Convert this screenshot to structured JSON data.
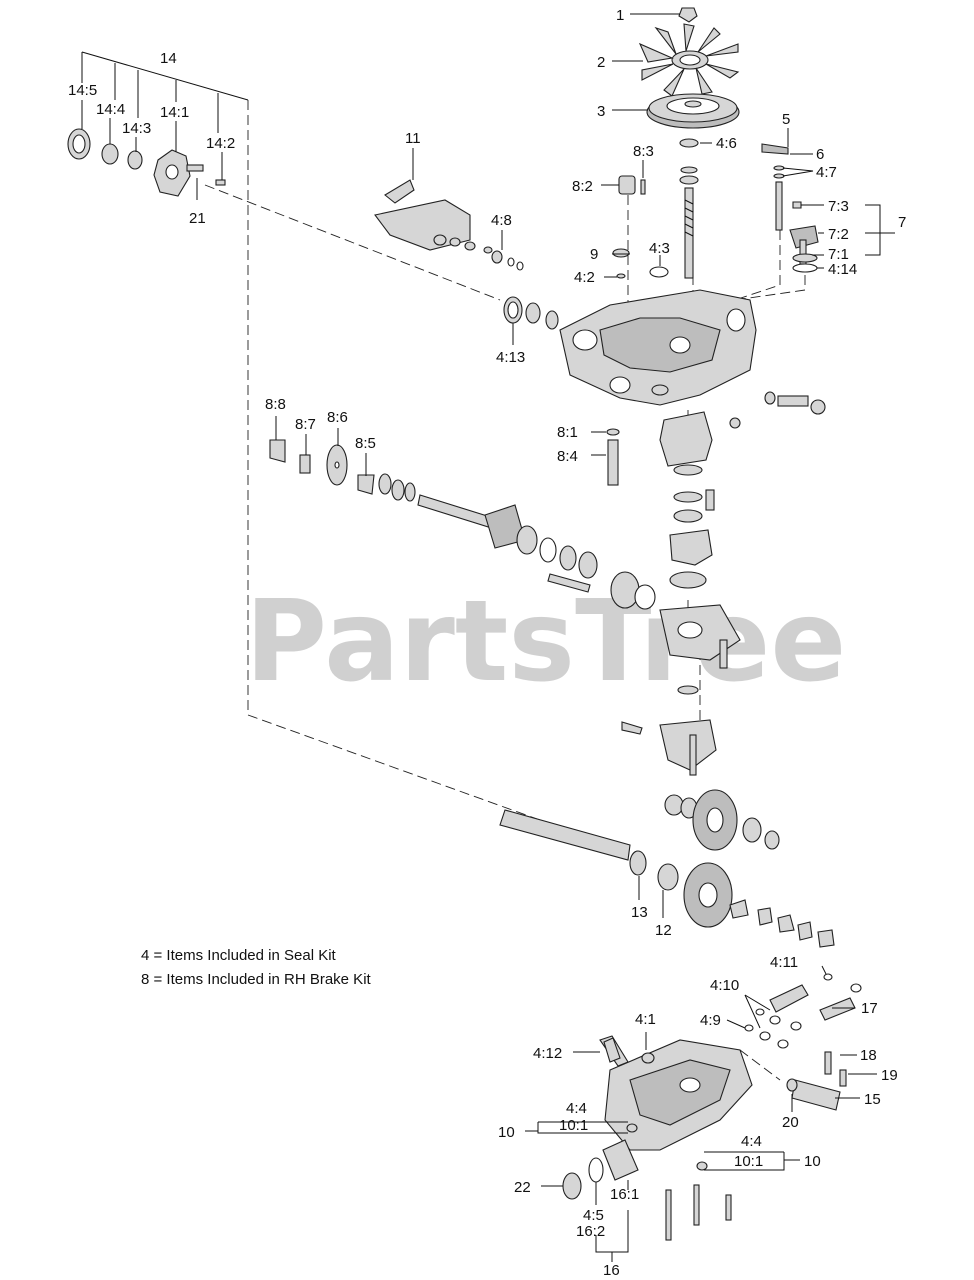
{
  "watermark": "PartsTree",
  "legend": {
    "seal_kit": "4 = Items Included in Seal Kit",
    "brake_kit": "8 = Items Included in RH Brake Kit"
  },
  "callouts": {
    "c1": "1",
    "c2": "2",
    "c3": "3",
    "c4_6": "4:6",
    "c5": "5",
    "c6": "6",
    "c4_7": "4:7",
    "c7_3": "7:3",
    "c7": "7",
    "c7_2": "7:2",
    "c7_1": "7:1",
    "c4_14": "4:14",
    "c8_3": "8:3",
    "c8_2": "8:2",
    "c9": "9",
    "c4_3": "4:3",
    "c4_2": "4:2",
    "c11": "11",
    "c4_8": "4:8",
    "c4_13": "4:13",
    "c14": "14",
    "c14_5": "14:5",
    "c14_4": "14:4",
    "c14_1": "14:1",
    "c14_3": "14:3",
    "c14_2": "14:2",
    "c21": "21",
    "c8_8": "8:8",
    "c8_7": "8:7",
    "c8_6": "8:6",
    "c8_5": "8:5",
    "c8_1": "8:1",
    "c8_4": "8:4",
    "c13": "13",
    "c12": "12",
    "c4_11": "4:11",
    "c4_10": "4:10",
    "c17": "17",
    "c4_9": "4:9",
    "c4_1": "4:1",
    "c4_12": "4:12",
    "c18": "18",
    "c19": "19",
    "c15": "15",
    "c20": "20",
    "c4_4a": "4:4",
    "c10_1a": "10:1",
    "c10a": "10",
    "c4_4b": "4:4",
    "c10_1b": "10:1",
    "c10b": "10",
    "c22": "22",
    "c4_5": "4:5",
    "c16_1": "16:1",
    "c16_2": "16:2",
    "c16": "16"
  }
}
